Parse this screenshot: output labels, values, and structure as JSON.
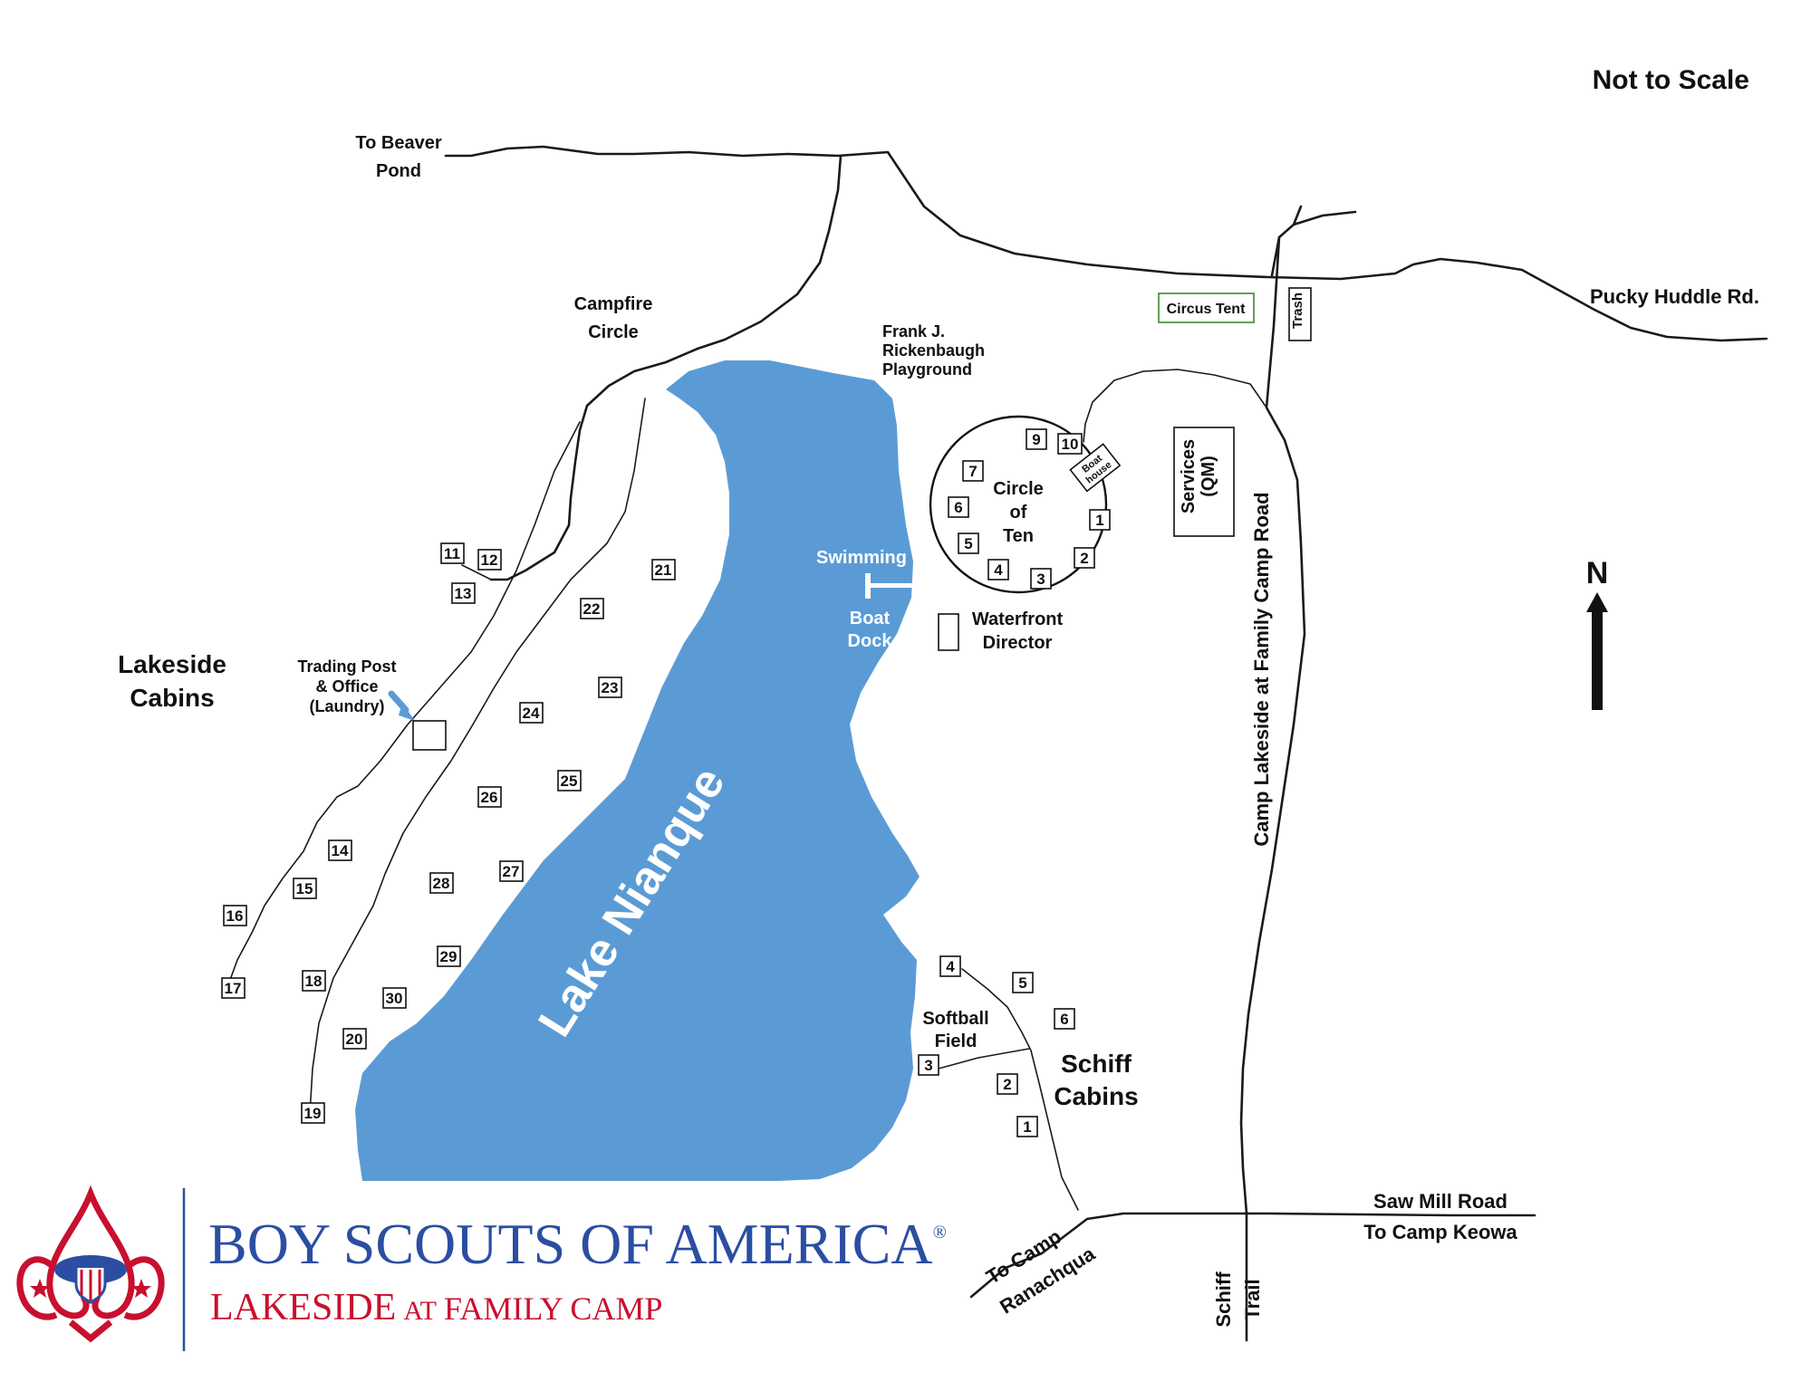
{
  "labels": {
    "not_to_scale": "Not to Scale",
    "to_beaver_1": "To Beaver",
    "to_beaver_2": "Pond",
    "pucky_huddle": "Pucky Huddle Rd.",
    "campfire_1": "Campfire",
    "campfire_2": "Circle",
    "playground_1": "Frank J.",
    "playground_2": "Rickenbaugh",
    "playground_3": "Playground",
    "circus_tent": "Circus Tent",
    "trash": "Trash",
    "services_1": "Services",
    "services_2": "(QM)",
    "family_camp_road": "Camp Lakeside at Family Camp Road",
    "circle_1": "Circle",
    "circle_2": "of",
    "circle_3": "Ten",
    "boathouse_1": "Boat",
    "boathouse_2": "house",
    "swimming": "Swimming",
    "boat_dock_1": "Boat",
    "boat_dock_2": "Dock",
    "waterfront_1": "Waterfront",
    "waterfront_2": "Director",
    "lakeside_1": "Lakeside",
    "lakeside_2": "Cabins",
    "trading_1": "Trading Post",
    "trading_2": "& Office",
    "trading_3": "(Laundry)",
    "lake_name": "Lake Nianque",
    "softball_1": "Softball",
    "softball_2": "Field",
    "schiff_1": "Schiff",
    "schiff_2": "Cabins",
    "ranachqua_1": "To Camp",
    "ranachqua_2": "Ranachqua",
    "sawmill": "Saw Mill Road",
    "keowa": "To Camp Keowa",
    "schiff_trail_1": "Schiff",
    "schiff_trail_2": "Trail",
    "north": "N"
  },
  "circle_cabins": [
    "1",
    "2",
    "3",
    "4",
    "5",
    "6",
    "7",
    "9",
    "10"
  ],
  "lakeside_cabins": [
    "11",
    "12",
    "13",
    "14",
    "15",
    "16",
    "17",
    "18",
    "19",
    "20",
    "21",
    "22",
    "23",
    "24",
    "25",
    "26",
    "27",
    "28",
    "29",
    "30"
  ],
  "schiff_cabins": [
    "1",
    "2",
    "3",
    "4",
    "5",
    "6"
  ],
  "logo": {
    "line1": "BOY SCOUTS OF AMERICA",
    "reg": "®",
    "line2a": "LAKESIDE",
    "line2b": "AT",
    "line2c": "FAMILY CAMP"
  },
  "colors": {
    "lake": "#5b9bd5",
    "logo_blue": "#2b4ea2",
    "logo_red": "#c8102e",
    "circus_border": "#3a8a2a"
  }
}
